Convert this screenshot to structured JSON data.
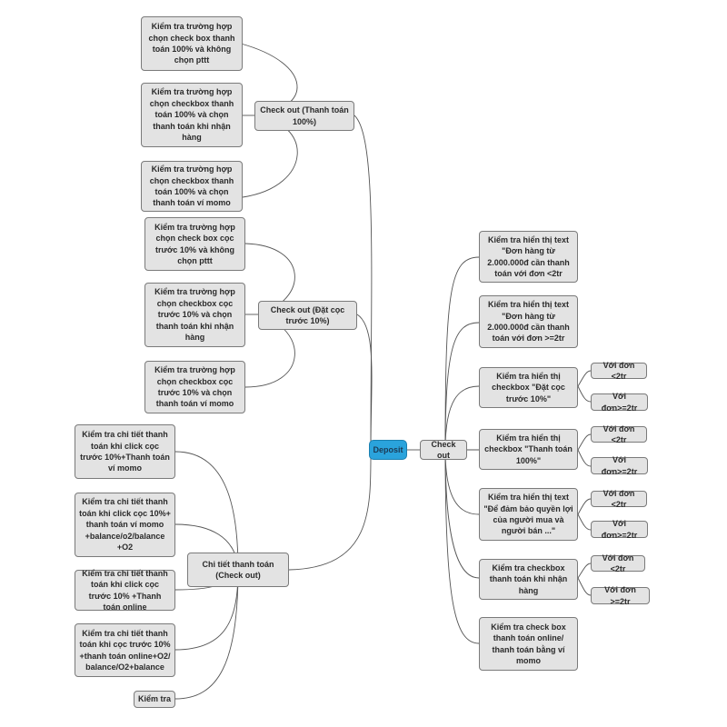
{
  "root": {
    "label": "Deposit"
  },
  "branches": {
    "check_out": "Check out",
    "check_out_full": "Check out (Thanh toán 100%)",
    "check_out_deposit": "Check out (Đặt cọc trước 10%)",
    "payment_detail": "Chi tiết thanh toán (Check out)"
  },
  "full_payment_items": [
    "Kiểm tra trường hợp chọn check box thanh toán 100% và không chọn pttt",
    "Kiểm tra trường hợp chọn checkbox thanh toán 100% và chọn thanh toán khi nhận hàng",
    "Kiểm tra trường hợp chọn checkbox thanh toán 100% và chọn thanh toán ví momo"
  ],
  "deposit_items": [
    "Kiểm tra trường hợp chọn check box cọc trước 10% và không chọn pttt",
    "Kiểm tra trường hợp chọn checkbox cọc trước 10% và chọn thanh toán khi nhận hàng",
    "Kiểm tra trường hợp chọn checkbox cọc trước 10% và chọn thanh toán ví momo"
  ],
  "detail_items": [
    "Kiểm tra chi tiết thanh toán khi click cọc trước 10%+Thanh toán ví momo",
    "Kiểm tra chi tiết thanh toán khi click cọc 10%+ thanh toán ví momo +balance/o2/balance +O2",
    "Kiểm tra chi tiết thanh toán khi click cọc trước 10% +Thanh toán online",
    "Kiểm tra chi tiết thanh toán khi cọc trước 10% +thanh toán online+O2/ balance/O2+balance",
    "Kiểm tra"
  ],
  "checkout_items": [
    "Kiểm tra hiển thị text \"Đơn hàng từ 2.000.000đ cần thanh toán với đơn <2tr",
    "Kiểm tra hiển thị text \"Đơn hàng từ 2.000.000đ cần thanh toán với đơn >=2tr",
    "Kiểm tra hiển thị checkbox \"Đặt cọc trước 10%\"",
    "Kiểm tra hiển thị checkbox \"Thanh toán 100%\"",
    "Kiểm tra hiển thị text \"Để đảm bảo quyền lợi của người mua và người bán ...\"",
    "Kiểm tra checkbox thanh toán khi nhận hàng",
    "Kiểm tra check box thanh toán online/ thanh toán bằng ví momo"
  ],
  "order_conditions": [
    "Với đơn <2tr",
    "Với đơn>=2tr",
    "Với đơn <2tr",
    "Với đơn>=2tr",
    "Với đơn <2tr",
    "Với đơn>=2tr",
    "Với đơn <2tr",
    "Với đơn >=2tr"
  ],
  "colors": {
    "root": "#2aa3dc",
    "node": "#e3e3e3",
    "border": "#7a7a7a",
    "line": "#555555"
  }
}
